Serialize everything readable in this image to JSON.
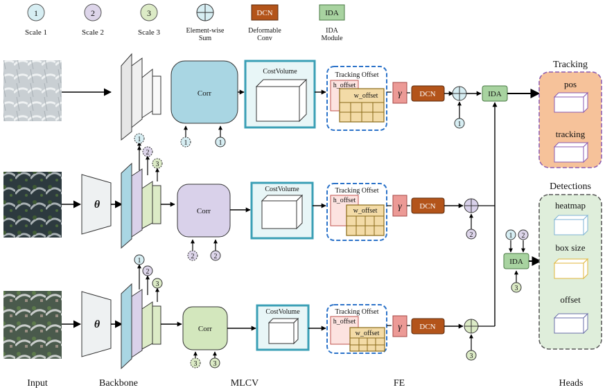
{
  "legend": {
    "scale1_num": "1",
    "scale1_label": "Scale 1",
    "scale2_num": "2",
    "scale2_label": "Scale 2",
    "scale3_num": "3",
    "scale3_label": "Scale 3",
    "sum_label_1": "Element-wise",
    "sum_label_2": "Sum",
    "dcn_box": "DCN",
    "dcn_label_1": "Deformable",
    "dcn_label_2": "Conv",
    "ida_box": "IDA",
    "ida_label_1": "IDA",
    "ida_label_2": "Module"
  },
  "stages": {
    "input": "Input",
    "backbone": "Backbone",
    "mlcv": "MLCV",
    "fe": "FE",
    "heads": "Heads"
  },
  "symbols": {
    "theta": "θ",
    "gamma": "γ"
  },
  "blocks": {
    "corr": "Corr",
    "cost_volume": "CostVolume",
    "tracking_offset": "Tracking Offset",
    "h_offset": "h_offset",
    "w_offset": "w_offset",
    "dcn": "DCN",
    "ida": "IDA"
  },
  "scale_marks": {
    "s1": "1",
    "s2": "2",
    "s3": "3"
  },
  "heads": {
    "tracking_title": "Tracking",
    "pos": "pos",
    "tracking": "tracking",
    "detections_title": "Detections",
    "heatmap": "heatmap",
    "box_size": "box size",
    "offset": "offset"
  },
  "colors": {
    "scale1": "#d7eef3",
    "scale2": "#ddd5ea",
    "scale3": "#dcebc6",
    "dcn": "#b3541a",
    "ida": "#a8d3a0",
    "gamma": "#ec9a96",
    "corr1": "#a9d6e3",
    "corr2": "#d9d1ea",
    "corr3": "#d3e7bd",
    "costvolume_border": "#3a9fb5",
    "dashed_blue": "#2c73c9",
    "tracking_bg": "#f6c29a",
    "tracking_border": "#8a5ab0",
    "detections_bg": "#dfeedb"
  }
}
